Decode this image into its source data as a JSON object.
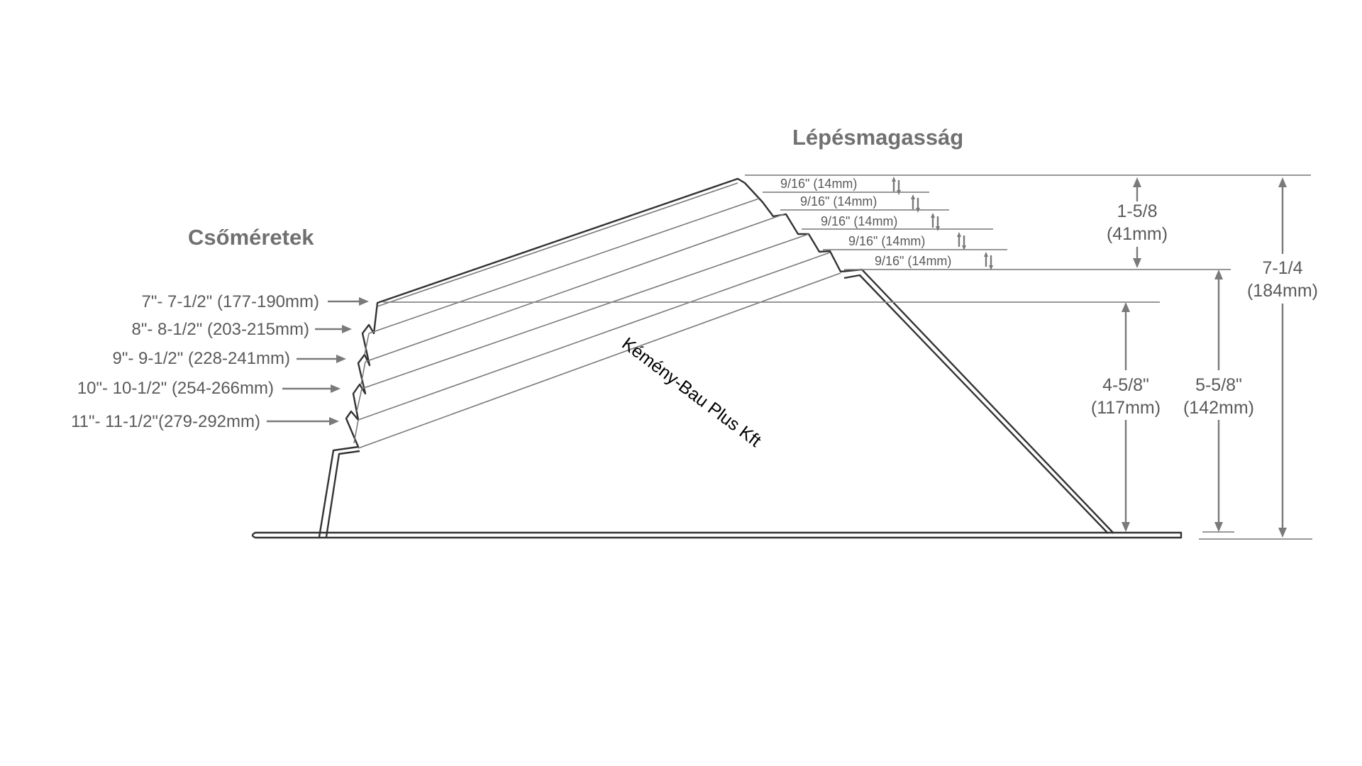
{
  "titles": {
    "pipe_sizes": "Csőméretek",
    "step_height": "Lépésmagasság"
  },
  "pipe_sizes": [
    "7\"- 7-1/2\" (177-190mm)",
    "8\"- 8-1/2\" (203-215mm)",
    "9\"- 9-1/2\" (228-241mm)",
    "10\"- 10-1/2\" (254-266mm)",
    "11\"- 11-1/2\"(279-292mm)"
  ],
  "steps": [
    "9/16\" (14mm)",
    "9/16\" (14mm)",
    "9/16\" (14mm)",
    "9/16\" (14mm)",
    "9/16\" (14mm)"
  ],
  "dimensions": {
    "top_total": {
      "imperial": "1-5/8",
      "metric": "(41mm)"
    },
    "overall": {
      "imperial": "7-1/4",
      "metric": "(184mm)"
    },
    "lower": {
      "imperial": "4-5/8\"",
      "metric": "(117mm)"
    },
    "middle": {
      "imperial": "5-5/8\"",
      "metric": "(142mm)"
    }
  },
  "watermark": "Kémény-Bau Plus Kft"
}
